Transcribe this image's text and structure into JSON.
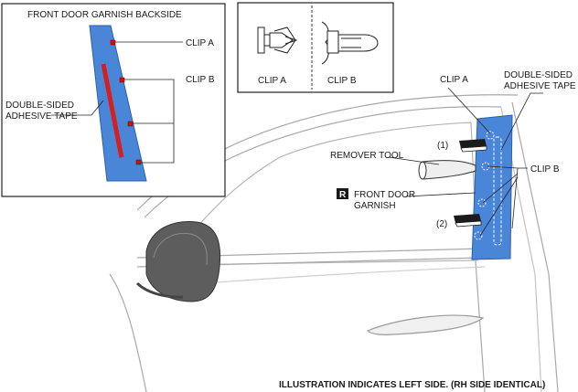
{
  "inset": {
    "title": "FRONT DOOR GARNISH BACKSIDE",
    "clip_a": "CLIP A",
    "clip_b": "CLIP B",
    "tape_line1": "DOUBLE-SIDED",
    "tape_line2": "ADHESIVE TAPE"
  },
  "clip_box": {
    "label_a": "CLIP A",
    "label_b": "CLIP B"
  },
  "main": {
    "clip_a": "CLIP A",
    "tape_line1": "DOUBLE-SIDED",
    "tape_line2": "ADHESIVE TAPE",
    "clip_b": "CLIP B",
    "remover_tool": "REMOVER TOOL",
    "step1": "(1)",
    "step2": "(2)",
    "r_badge": "R",
    "garnish_line1": "FRONT DOOR",
    "garnish_line2": "GARNISH"
  },
  "footer": "ILLUSTRATION INDICATES LEFT SIDE. (RH SIDE IDENTICAL)",
  "colors": {
    "garnish_blue": "#4a86d8",
    "tape_red": "#d42020",
    "clip_red": "#cc1111"
  }
}
